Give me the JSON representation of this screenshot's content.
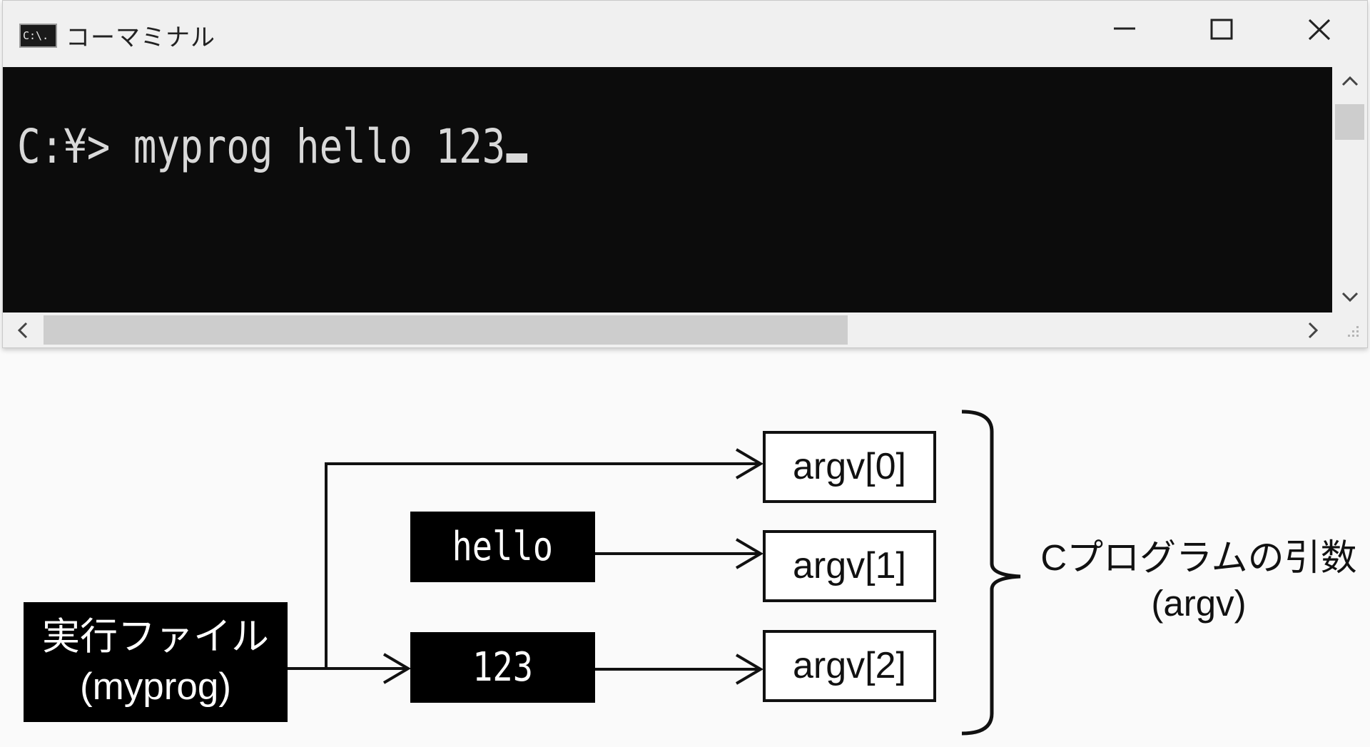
{
  "window": {
    "title": "コーマミナル",
    "icon_label": "C:\\.",
    "icons": [
      "terminal-app-icon",
      "minimize-icon",
      "maximize-icon",
      "close-icon"
    ],
    "console": {
      "prompt": "C:¥> ",
      "command": "myprog hello 123"
    },
    "scrollbars": {
      "up": "chevron-up-icon",
      "down": "chevron-down-icon",
      "left": "chevron-left-icon",
      "right": "chevron-right-icon"
    }
  },
  "diagram": {
    "executable": {
      "line1": "実行ファイル",
      "line2": "(myprog)"
    },
    "tokens": [
      "hello",
      "123"
    ],
    "argv": [
      "argv[0]",
      "argv[1]",
      "argv[2]"
    ],
    "caption": {
      "line1": "Cプログラムの引数",
      "line2": "(argv)"
    }
  },
  "colors": {
    "console_bg": "#0c0c0c",
    "console_text": "#d9d9d9",
    "window_chrome": "#f0f0f0",
    "scroll_thumb": "#cdcdcd"
  }
}
